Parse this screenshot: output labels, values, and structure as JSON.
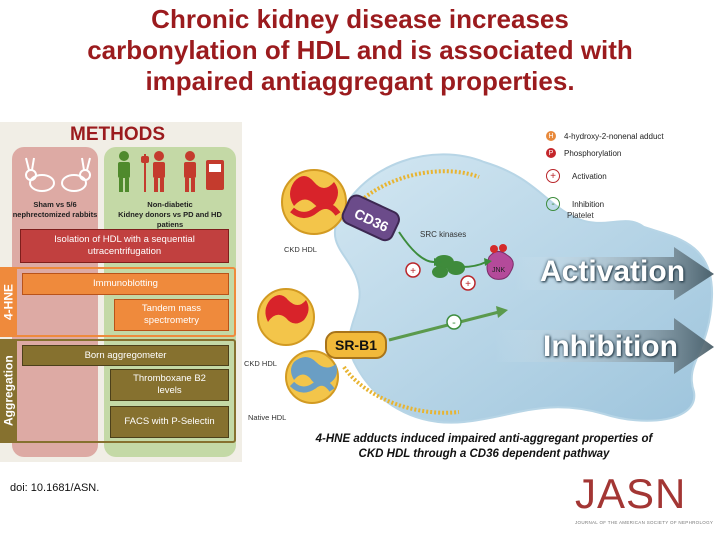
{
  "title": {
    "line1": "Chronic kidney disease increases",
    "line2": "carbonylation of HDL and is associated with",
    "line3": "impaired antiaggregant properties."
  },
  "methods": {
    "heading": "METHODS",
    "left_group": {
      "line1": "Sham vs 5/6",
      "line2": "nephrectomized rabbits",
      "icon": "rabbit-icon"
    },
    "right_group": {
      "line1": "Non-diabetic",
      "line2": "Kidney donors vs PD and HD patiens",
      "icon": "patients-icon"
    },
    "steps": {
      "isolation": {
        "line1": "Isolation of HDL with a sequential",
        "line2": "utracentrifugation"
      },
      "immunoblotting": "Immunoblotting",
      "tandem": {
        "line1": "Tandem mass",
        "line2": "spectrometry"
      },
      "born": "Born aggregometer",
      "thromboxane": {
        "line1": "Thromboxane B2",
        "line2": "levels"
      },
      "facs": "FACS with P-Selectin"
    },
    "side_labels": {
      "hne": "4-HNE",
      "aggregation": "Aggregation"
    },
    "colors": {
      "red": "#c1403f",
      "orange": "#ef8a3c",
      "olive": "#86712f",
      "pink_col": "#ddaaa4",
      "green_col": "#c4d9a6"
    }
  },
  "legend": {
    "hne_adduct": {
      "symbol": "H",
      "label": "4-hydroxy-2-nonenal adduct"
    },
    "phosphorylation": {
      "symbol": "P",
      "label": "Phosphorylation"
    },
    "activation": {
      "symbol": "+",
      "label": "Activation"
    },
    "inhibition": {
      "symbol": "-",
      "label": "Inhibition"
    }
  },
  "diagram": {
    "cd36": "CD36",
    "srb1": "SR-B1",
    "src_kinases": "SRC kinases",
    "jnk": "JNK",
    "platelet": "Platelet",
    "ckd_hdl_top": "CKD HDL",
    "ckd_hdl_bottom": "CKD HDL",
    "native_hdl": "Native HDL",
    "activation_word": "Activation",
    "inhibition_word": "Inhibition",
    "plus": "+",
    "minus": "-"
  },
  "conclusion": {
    "line1": "4-HNE adducts induced impaired anti-aggregant properties of",
    "line2": "CKD HDL through a CD36 dependent pathway"
  },
  "footer": {
    "doi": "doi: 10.1681/ASN.",
    "logo": "JASN",
    "logo_sub": "JOURNAL OF THE AMERICAN SOCIETY OF NEPHROLOGY"
  }
}
